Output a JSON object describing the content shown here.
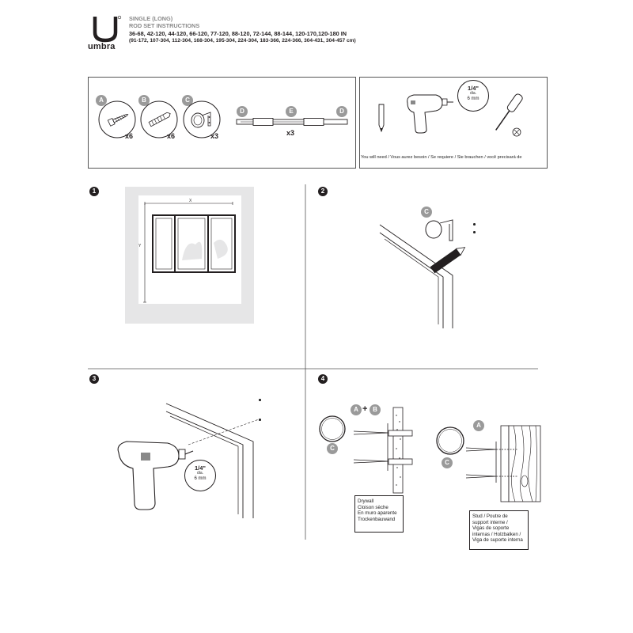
{
  "header": {
    "brand": "umbra",
    "line1": "SINGLE (LONG)",
    "line2": "ROD SET INSTRUCTIONS",
    "line3": "36-68, 42-120, 44-120, 66-120, 77-120, 88-120, 72-144, 88-144, 120-170,120-180 IN",
    "line4": "(91-172, 107-304, 112-304, 168-304, 195-304, 224-304, 183-366, 224-366, 304-431, 304-457 cm)"
  },
  "parts": [
    {
      "letter": "A",
      "qty": "x6"
    },
    {
      "letter": "B",
      "qty": "x6"
    },
    {
      "letter": "C",
      "qty": "x3"
    },
    {
      "letter": "D"
    },
    {
      "letter": "E",
      "qty": "x3"
    },
    {
      "letter": "D"
    }
  ],
  "tools": {
    "drill_size": "1/4\"",
    "drill_dia": "dia.",
    "drill_mm": "6 mm",
    "note": "You will need / Vous aurez besoin / Se requiere / Sie brauchen / você precisará de"
  },
  "steps": [
    {
      "number": "1",
      "x_label": "X",
      "y_label": "Y"
    },
    {
      "number": "2",
      "badge": "C"
    },
    {
      "number": "3",
      "drill_size": "1/4\"",
      "drill_dia": "dia.",
      "drill_mm": "6 mm"
    },
    {
      "number": "4",
      "left_badges": [
        "A",
        "+",
        "B"
      ],
      "left_c": "C",
      "right_a": "A",
      "right_c": "C",
      "drywall": [
        "Drywall",
        "Cloison sèche",
        "En muro aparente",
        "Trockenbauwand"
      ],
      "stud": [
        "Stud / Poutre de",
        "support interne /",
        "Vigas de soporte",
        "internas / Holzbalken /",
        "Viga de suporte interna"
      ]
    }
  ],
  "colors": {
    "ink": "#231f20",
    "badge_grey": "#9a9a9a",
    "wall_grey": "#e6e6e7"
  }
}
